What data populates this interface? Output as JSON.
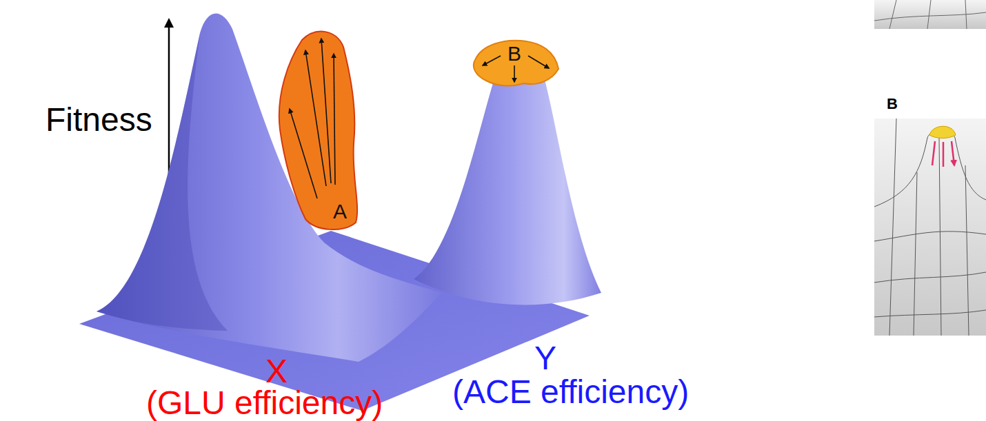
{
  "diagram": {
    "nodes": [
      {
        "text": [
          "A"
        ]
      },
      {
        "text": [
          "B"
        ]
      }
    ],
    "labels": [
      "Fitness",
      "X",
      "(GLU efficiency)",
      "Y",
      "(ACE efficiency)",
      "B"
    ]
  }
}
